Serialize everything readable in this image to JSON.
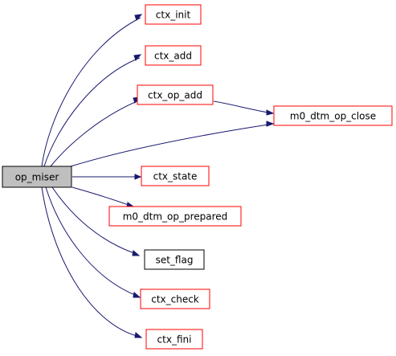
{
  "graph": {
    "colors": {
      "edge": "#191970",
      "node_border_default": "#ff0000",
      "node_border_plain": "#000000",
      "root_fill": "#bfbfbf",
      "node_fill": "#ffffff"
    },
    "root": {
      "label": "op_miser"
    },
    "nodes": [
      {
        "id": "ctx_init",
        "label": "ctx_init"
      },
      {
        "id": "ctx_add",
        "label": "ctx_add"
      },
      {
        "id": "ctx_op_add",
        "label": "ctx_op_add"
      },
      {
        "id": "m0_dtm_op_close",
        "label": "m0_dtm_op_close"
      },
      {
        "id": "ctx_state",
        "label": "ctx_state"
      },
      {
        "id": "m0_dtm_op_prepared",
        "label": "m0_dtm_op_prepared"
      },
      {
        "id": "set_flag",
        "label": "set_flag"
      },
      {
        "id": "ctx_check",
        "label": "ctx_check"
      },
      {
        "id": "ctx_fini",
        "label": "ctx_fini"
      }
    ]
  }
}
